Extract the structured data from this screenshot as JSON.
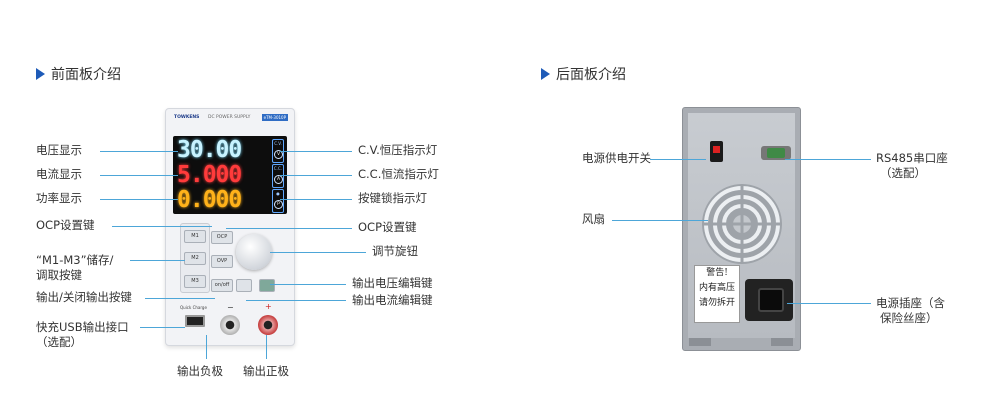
{
  "front_panel": {
    "title": "前面板介绍",
    "device": {
      "brand": "TOWKENS",
      "mode_text": "DC POWER SUPPLY",
      "model": "eTM-3010P",
      "voltage": "30.00",
      "current": "5.000",
      "power": "0.000",
      "indicators": [
        {
          "label": "C.V.",
          "symbol": "V"
        },
        {
          "label": "C.C.",
          "symbol": "A"
        },
        {
          "label": "●",
          "symbol": "P"
        }
      ],
      "keys": {
        "m1": "M1",
        "m2": "M2",
        "m3": "M3",
        "ocp": "OCP",
        "ovp": "OVP",
        "onoff": "on/off"
      },
      "usb_label": "Quick Charge",
      "minus": "−",
      "plus": "+"
    },
    "labels_left": [
      "电压显示",
      "电流显示",
      "功率显示",
      "OCP设置键",
      "“M1-M3”储存/",
      "调取按键",
      "输出/关闭输出按键",
      "快充USB输出接口",
      "（选配）"
    ],
    "labels_right": [
      "C.V.恒压指示灯",
      "C.C.恒流指示灯",
      "按键锁指示灯",
      "OCP设置键",
      "调节旋钮",
      "输出电压编辑键",
      "输出电流编辑键"
    ],
    "labels_bottom": [
      "输出负极",
      "输出正极"
    ]
  },
  "rear_panel": {
    "title": "后面板介绍",
    "warning": [
      "警告!",
      "内有高压",
      "请勿拆开"
    ],
    "labels_left": [
      "电源供电开关",
      "风扇"
    ],
    "labels_right": [
      "RS485串口座",
      "（选配）",
      "电源插座（含",
      "保险丝座）"
    ]
  },
  "colors": {
    "accent": "#1e5bb8",
    "leader_line": "#4da6d8"
  }
}
